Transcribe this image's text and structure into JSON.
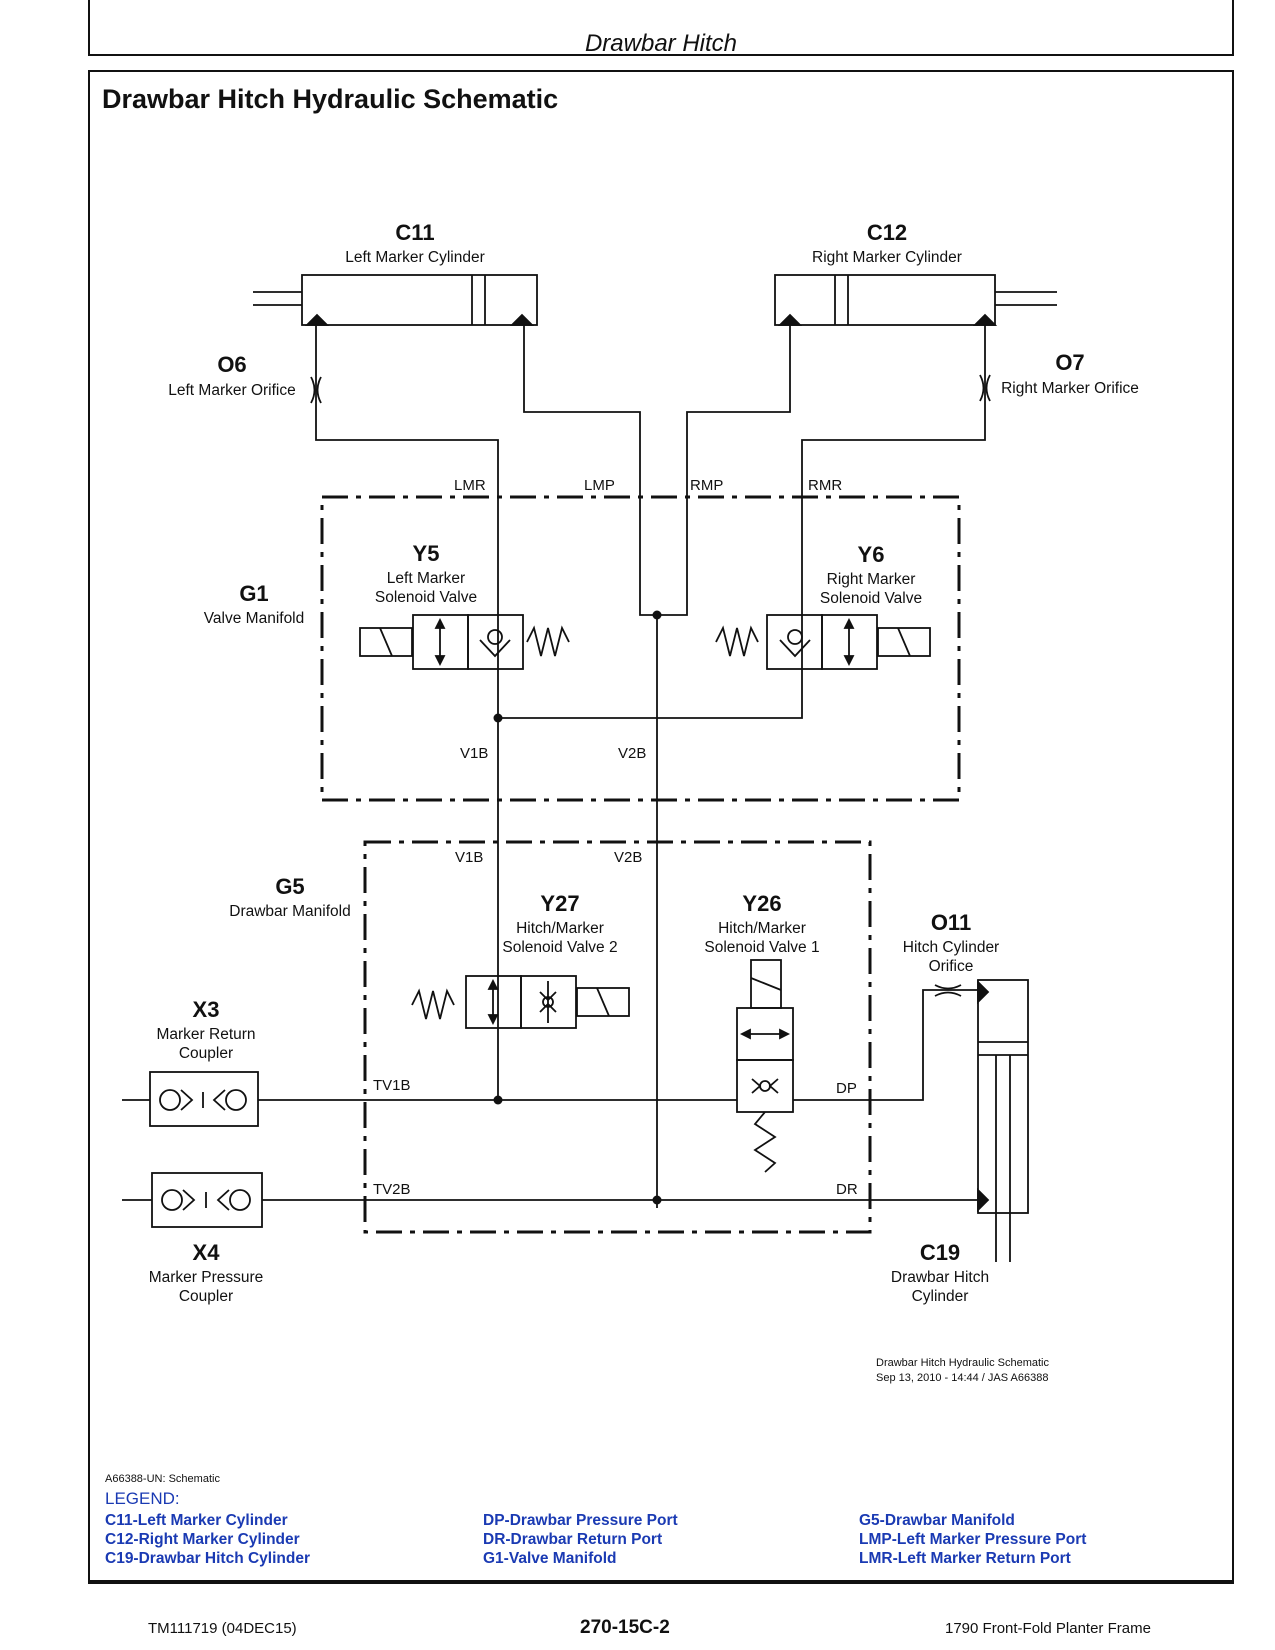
{
  "header": {
    "title": "Drawbar Hitch"
  },
  "main": {
    "title": "Drawbar Hitch Hydraulic Schematic"
  },
  "components": {
    "c11": {
      "id": "C11",
      "desc": "Left Marker Cylinder"
    },
    "c12": {
      "id": "C12",
      "desc": "Right Marker Cylinder"
    },
    "o6": {
      "id": "O6",
      "desc": "Left Marker Orifice"
    },
    "o7": {
      "id": "O7",
      "desc": "Right Marker Orifice"
    },
    "g1": {
      "id": "G1",
      "desc": "Valve Manifold"
    },
    "y5": {
      "id": "Y5",
      "desc1": "Left Marker",
      "desc2": "Solenoid Valve"
    },
    "y6": {
      "id": "Y6",
      "desc1": "Right Marker",
      "desc2": "Solenoid Valve"
    },
    "g5": {
      "id": "G5",
      "desc": "Drawbar Manifold"
    },
    "y27": {
      "id": "Y27",
      "desc1": "Hitch/Marker",
      "desc2": "Solenoid Valve 2"
    },
    "y26": {
      "id": "Y26",
      "desc1": "Hitch/Marker",
      "desc2": "Solenoid Valve 1"
    },
    "o11": {
      "id": "O11",
      "desc1": "Hitch Cylinder",
      "desc2": "Orifice"
    },
    "x3": {
      "id": "X3",
      "desc1": "Marker Return",
      "desc2": "Coupler"
    },
    "x4": {
      "id": "X4",
      "desc1": "Marker Pressure",
      "desc2": "Coupler"
    },
    "c19": {
      "id": "C19",
      "desc1": "Drawbar Hitch",
      "desc2": "Cylinder"
    }
  },
  "ports": {
    "lmr": "LMR",
    "lmp": "LMP",
    "rmp": "RMP",
    "rmr": "RMR",
    "g1_v1b": "V1B",
    "g1_v2b": "V2B",
    "g5_v1b": "V1B",
    "g5_v2b": "V2B",
    "tv1b": "TV1B",
    "tv2b": "TV2B",
    "dp": "DP",
    "dr": "DR"
  },
  "drawing_note": {
    "line1": "Drawbar Hitch Hydraulic Schematic",
    "line2": "Sep 13, 2010  -  14:44 / JAS A66388"
  },
  "legend": {
    "heading": "A66388-UN: Schematic",
    "title": "LEGEND:",
    "col1": [
      "C11-Left Marker Cylinder",
      "C12-Right Marker Cylinder",
      "C19-Drawbar Hitch Cylinder"
    ],
    "col2": [
      "DP-Drawbar Pressure Port",
      "DR-Drawbar Return Port",
      "G1-Valve Manifold"
    ],
    "col3": [
      "G5-Drawbar Manifold",
      "LMP-Left Marker Pressure Port",
      "LMR-Left Marker Return Port"
    ]
  },
  "footer": {
    "left": "TM111719 (04DEC15)",
    "center": "270-15C-2",
    "right": "1790 Front-Fold Planter Frame"
  }
}
